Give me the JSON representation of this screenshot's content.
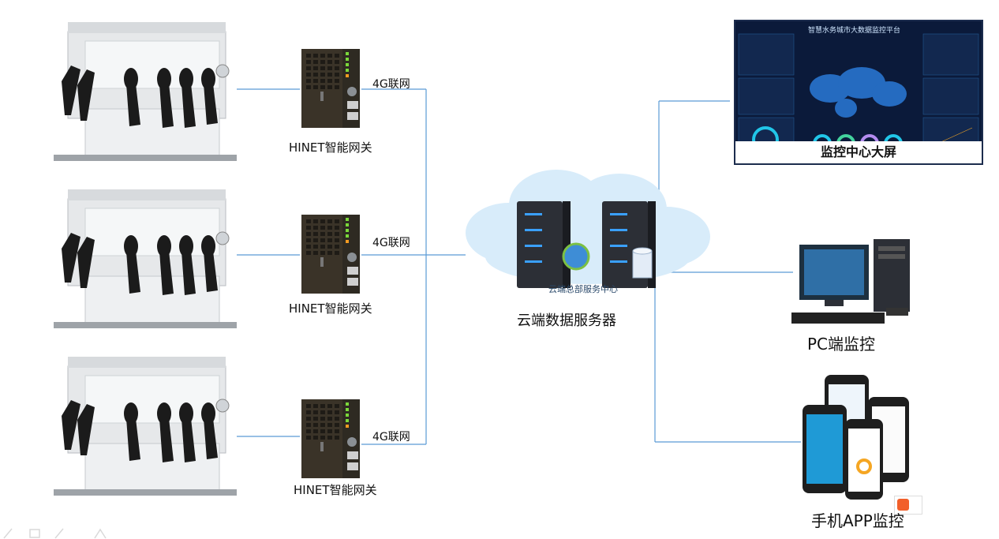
{
  "colors": {
    "wire": "#5b9bd5",
    "cloud": "#d8ecfa",
    "server": "#2c2f36",
    "screen_bg": "#0b1a3a",
    "screen_accent": "#21c6e8"
  },
  "gateways": [
    {
      "label": "HINET智能网关",
      "link_label": "4G联网"
    },
    {
      "label": "HINET智能网关",
      "link_label": "4G联网"
    },
    {
      "label": "HINET智能网关",
      "link_label": "4G联网"
    }
  ],
  "cloud": {
    "label": "云端数据服务器",
    "inner_text": "云端总部服务中心"
  },
  "endpoints": {
    "big_screen": {
      "label": "监控中心大屏",
      "screen_title": "智慧水务城市大数据监控平台"
    },
    "pc": {
      "label": "PC端监控"
    },
    "mobile": {
      "label": "手机APP监控"
    }
  }
}
